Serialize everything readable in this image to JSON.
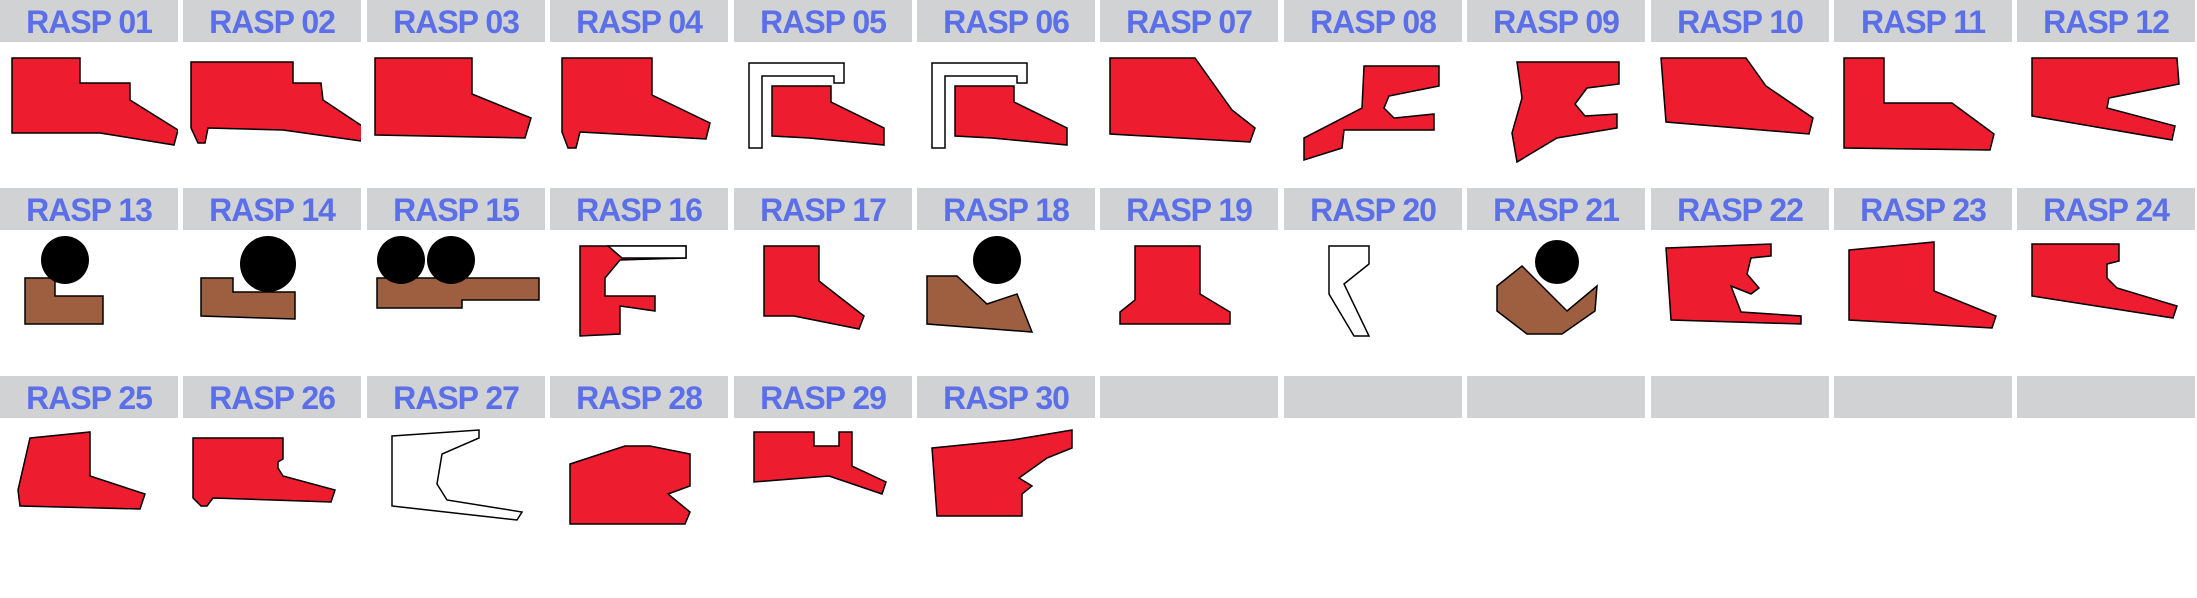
{
  "colors": {
    "header_bg": "#d1d2d4",
    "header_text": "#5b6fe8",
    "seal_red": "#ed1c2e",
    "housing_brown": "#9e5f41",
    "o_ring": "#000000",
    "case_white": "#ffffff"
  },
  "profiles": [
    {
      "label": "RASP 01",
      "shape": "r01"
    },
    {
      "label": "RASP 02",
      "shape": "r02"
    },
    {
      "label": "RASP 03",
      "shape": "r03"
    },
    {
      "label": "RASP 04",
      "shape": "r04"
    },
    {
      "label": "RASP 05",
      "shape": "r05"
    },
    {
      "label": "RASP 06",
      "shape": "r06"
    },
    {
      "label": "RASP 07",
      "shape": "r07"
    },
    {
      "label": "RASP 08",
      "shape": "r08"
    },
    {
      "label": "RASP 09",
      "shape": "r09"
    },
    {
      "label": "RASP 10",
      "shape": "r10"
    },
    {
      "label": "RASP 11",
      "shape": "r11"
    },
    {
      "label": "RASP 12",
      "shape": "r12"
    },
    {
      "label": "RASP 13",
      "shape": "r13"
    },
    {
      "label": "RASP 14",
      "shape": "r14"
    },
    {
      "label": "RASP 15",
      "shape": "r15"
    },
    {
      "label": "RASP 16",
      "shape": "r16"
    },
    {
      "label": "RASP 17",
      "shape": "r17"
    },
    {
      "label": "RASP 18",
      "shape": "r18"
    },
    {
      "label": "RASP 19",
      "shape": "r19"
    },
    {
      "label": "RASP 20",
      "shape": "r20"
    },
    {
      "label": "RASP 21",
      "shape": "r21"
    },
    {
      "label": "RASP 22",
      "shape": "r22"
    },
    {
      "label": "RASP 23",
      "shape": "r23"
    },
    {
      "label": "RASP 24",
      "shape": "r24"
    },
    {
      "label": "RASP 25",
      "shape": "r25"
    },
    {
      "label": "RASP 26",
      "shape": "r26"
    },
    {
      "label": "RASP 27",
      "shape": "r27"
    },
    {
      "label": "RASP 28",
      "shape": "r28"
    },
    {
      "label": "RASP 29",
      "shape": "r29"
    },
    {
      "label": "RASP 30",
      "shape": "r30"
    },
    {
      "label": "",
      "shape": ""
    },
    {
      "label": "",
      "shape": ""
    },
    {
      "label": "",
      "shape": ""
    },
    {
      "label": "",
      "shape": ""
    },
    {
      "label": "",
      "shape": ""
    },
    {
      "label": "",
      "shape": ""
    }
  ]
}
